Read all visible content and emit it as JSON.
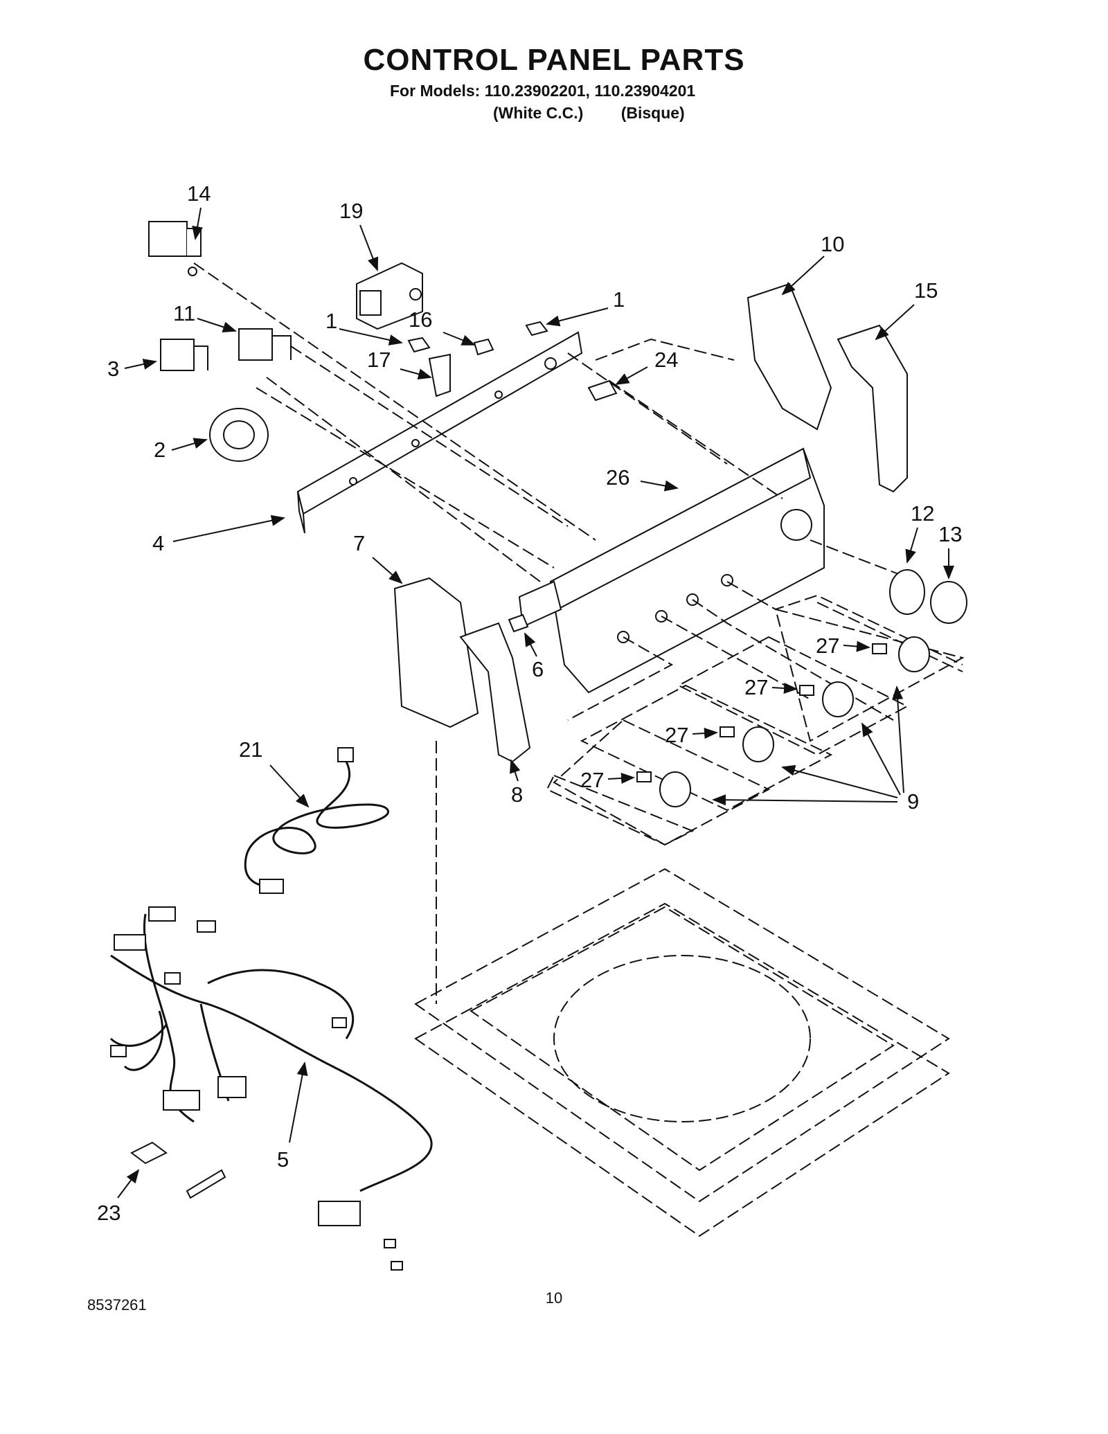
{
  "header": {
    "title": "CONTROL PANEL PARTS",
    "models_line": "For Models: 110.23902201, 110.23904201",
    "variant_1": "(White C.C.)",
    "variant_2": "(Bisque)"
  },
  "callouts": {
    "c14": "14",
    "c19": "19",
    "c10": "10",
    "c15": "15",
    "c1a": "1",
    "c1b": "1",
    "c16": "16",
    "c11": "11",
    "c3": "3",
    "c17": "17",
    "c24": "24",
    "c2": "2",
    "c26": "26",
    "c4": "4",
    "c7": "7",
    "c12": "12",
    "c13": "13",
    "c6": "6",
    "c27a": "27",
    "c27b": "27",
    "c27c": "27",
    "c27d": "27",
    "c9": "9",
    "c8": "8",
    "c21": "21",
    "c5": "5",
    "c23": "23"
  },
  "footer": {
    "doc_number": "8537261",
    "page_number": "10"
  }
}
